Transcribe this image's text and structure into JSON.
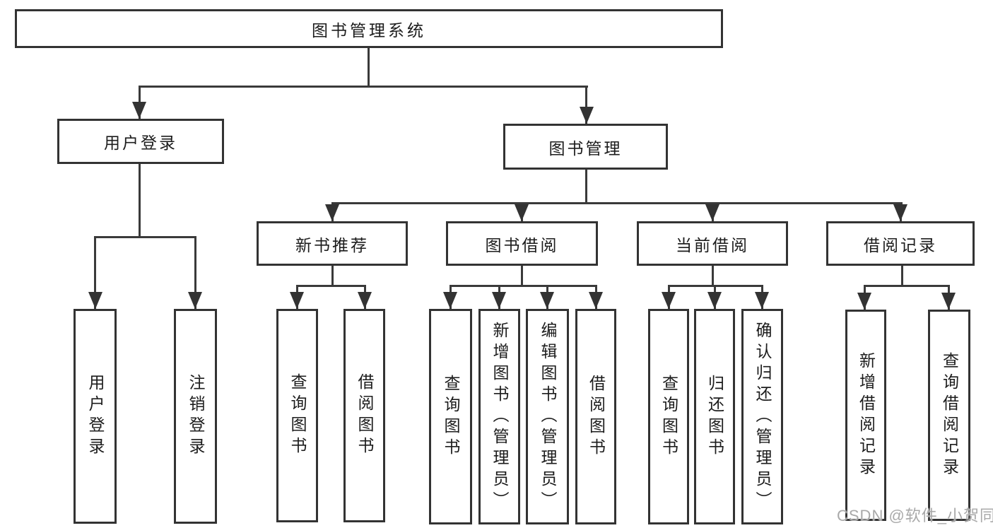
{
  "nodes": {
    "root": "图书管理系统",
    "user_login": "用户登录",
    "book_mgmt": "图书管理",
    "new_book_rec": "新书推荐",
    "book_borrow": "图书借阅",
    "current_borrow": "当前借阅",
    "borrow_records": "借阅记录",
    "user_login_leaf": "用户登录",
    "logout_leaf": "注销登录",
    "query_book_rec": "查询图书",
    "borrow_book_rec": "借阅图书",
    "query_book_borrow": "查询图书",
    "add_book_admin": "新增图书（管理员）",
    "edit_book_admin": "编辑图书（管理员）",
    "borrow_book_borrow": "借阅图书",
    "query_book_current": "查询图书",
    "return_book": "归还图书",
    "confirm_return_admin": "确认归还（管理员）",
    "add_borrow_record": "新增借阅记录",
    "query_borrow_record": "查询借阅记录"
  },
  "watermark": "CSDN @软件_小贺同学",
  "colors": {
    "line": "#333333",
    "text": "#1c1c1c",
    "background": "#ffffff",
    "watermark": "#a9a9a9"
  }
}
